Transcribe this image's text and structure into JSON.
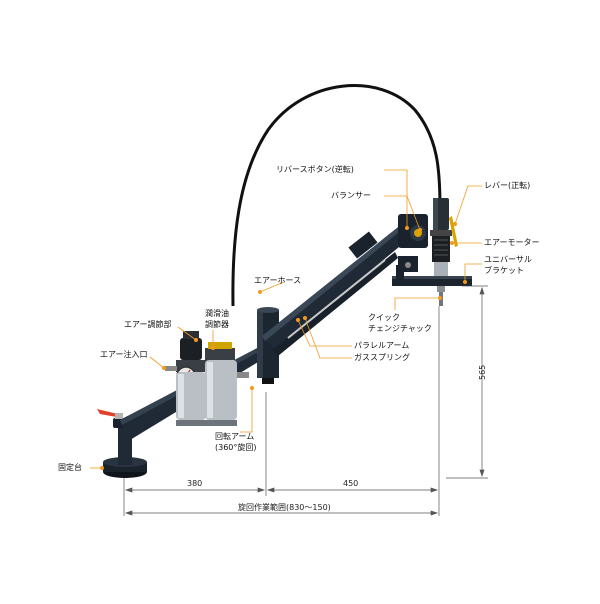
{
  "colors": {
    "arm": "#1f2a36",
    "arm_dark": "#121a22",
    "hose": "#111111",
    "leader": "#f29a1e",
    "dot": "#f29a1e",
    "handle": "#e0432a",
    "dim_line": "#555555"
  },
  "labels": {
    "reverse_button": "リバースボタン(逆転)",
    "balancer": "バランサー",
    "lever": "レバー(正転)",
    "air_motor": "エアーモーター",
    "universal_bracket_1": "ユニバーサル",
    "universal_bracket_2": "ブラケット",
    "air_hose": "エアーホース",
    "lubricator_1": "潤滑油",
    "lubricator_2": "調節器",
    "air_regulator": "エアー調節部",
    "quick_chuck_1": "クイック",
    "quick_chuck_2": "チェンジチャック",
    "parallel_arm": "パラレルアーム",
    "gas_spring": "ガススプリング",
    "air_inlet": "エアー注入口",
    "rotating_arm_1": "回転アーム",
    "rotating_arm_2": "(360°旋回)",
    "fixed_base": "固定台"
  },
  "dimensions": {
    "base_to_pivot": "380",
    "pivot_to_tool": "450",
    "height": "565",
    "working_range": "旋回作業範囲(830〜150)"
  }
}
